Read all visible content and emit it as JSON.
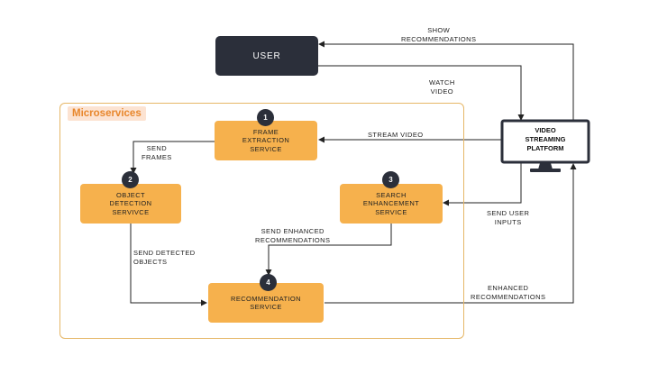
{
  "user": {
    "label": "USER"
  },
  "microservices": {
    "title": "Microservices"
  },
  "platform": {
    "label": "VIDEO\nSTREAMING\nPLATFORM"
  },
  "services": [
    {
      "number": "1",
      "label": "FRAME\nEXTRACTION\nSERVICE"
    },
    {
      "number": "2",
      "label": "OBJECT\nDETECTION\nSERVIVCE"
    },
    {
      "number": "3",
      "label": "SEARCH\nENHANCEMENT\nSERVICE"
    },
    {
      "number": "4",
      "label": "RECOMMENDATION\nSERVICE"
    }
  ],
  "edges": {
    "show_recommendations": "SHOW\nRECOMMENDATIONS",
    "watch_video": "WATCH\nVIDEO",
    "stream_video": "STREAM VIDEO",
    "send_frames": "SEND\nFRAMES",
    "send_user_inputs": "SEND USER\nINPUTS",
    "send_enhanced_recommendations": "SEND ENHANCED\nRECOMMENDATIONS",
    "send_detected_objects": "SEND DETECTED\nOBJECTS",
    "enhanced_recommendations": "ENHANCED\nRECOMMENDATIONS"
  },
  "colors": {
    "service_fill": "#f6b14d",
    "dark": "#2b2f3a",
    "frame_border": "#e6b767",
    "title_bg": "#fce3d2",
    "title_text": "#e8872c"
  }
}
